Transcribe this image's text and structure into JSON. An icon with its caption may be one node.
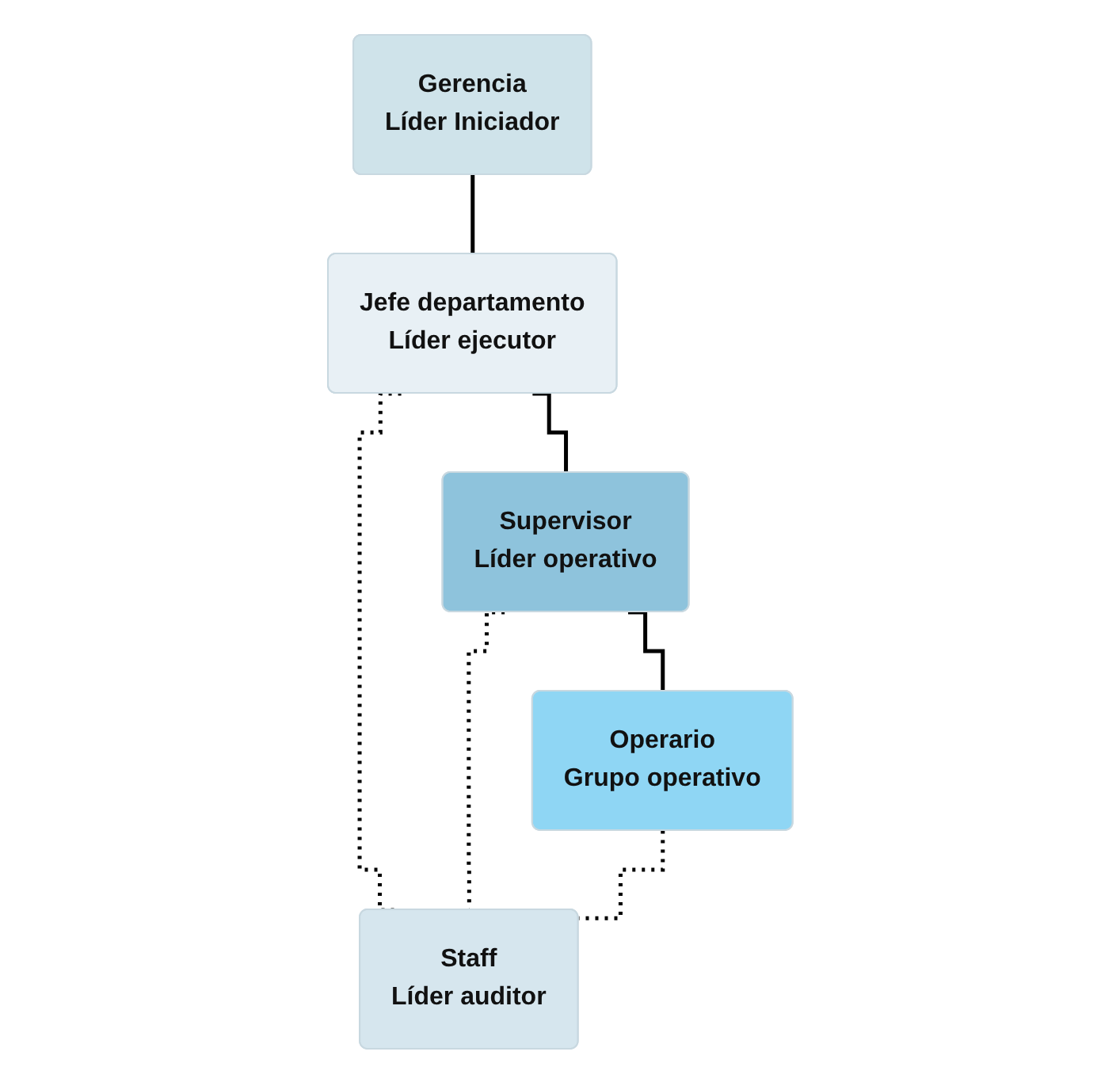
{
  "diagram": {
    "nodes": [
      {
        "text": [
          "Gerencia",
          "Líder Iniciador"
        ]
      },
      {
        "text": [
          "Jefe departamento",
          "Líder ejecutor"
        ]
      },
      {
        "text": [
          "Staff",
          "Líder auditor"
        ]
      },
      {
        "text": [
          "Supervisor",
          "Líder operativo"
        ]
      },
      {
        "text": [
          "Operario",
          "Grupo operativo"
        ]
      }
    ],
    "edges": [
      {
        "from": 0,
        "to": 1,
        "arrow": "none"
      },
      {
        "from": 1,
        "to": 3,
        "arrow": "none"
      },
      {
        "from": 3,
        "to": 4,
        "arrow": "none"
      },
      {
        "from": 1,
        "to": 2,
        "arrow": "none",
        "style": "dashed"
      },
      {
        "from": 3,
        "to": 2,
        "arrow": "none",
        "style": "dashed"
      },
      {
        "from": 4,
        "to": 2,
        "arrow": "none",
        "style": "dashed"
      }
    ]
  }
}
